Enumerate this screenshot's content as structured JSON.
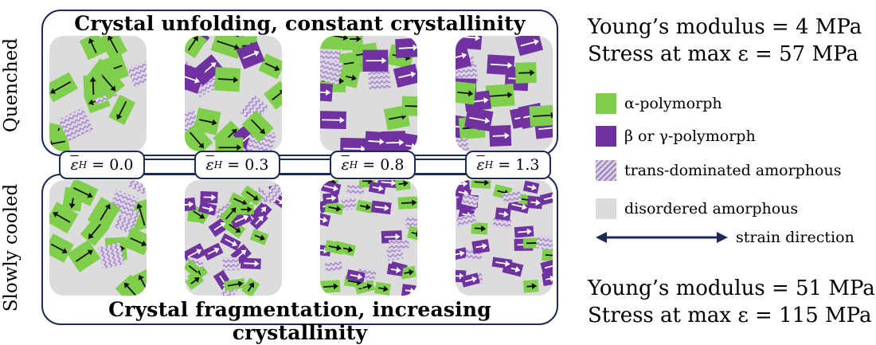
{
  "panels": {
    "top_title": "Crystal unfolding, constant crystallinity",
    "bottom_title": "Crystal fragmentation, increasing crystallinity",
    "top_side_label": "Quenched",
    "bottom_side_label": "Slowly cooled"
  },
  "strain_symbol": "ε",
  "strain_subscript": "H",
  "strain_values": [
    "= 0.0",
    "= 0.3",
    "= 0.8",
    "= 1.3"
  ],
  "quenched_stats": {
    "line1": "Young’s modulus = 4 MPa",
    "line2": "Stress at max ε = 57 MPa"
  },
  "slow_stats": {
    "line1": "Young’s modulus = 51 MPa",
    "line2": "Stress at max ε = 115 MPa"
  },
  "legend": {
    "alpha": "α-polymorph",
    "beta": "β or γ-polymorph",
    "trans": "trans-dominated amorphous",
    "disordered": "disordered amorphous",
    "strain": "strain direction"
  },
  "colors": {
    "alpha": "#7fcf4c",
    "beta": "#6f32a0",
    "trans": "#9a7fb8",
    "disordered": "#dcdcdc",
    "frame": "#1d2a57"
  }
}
